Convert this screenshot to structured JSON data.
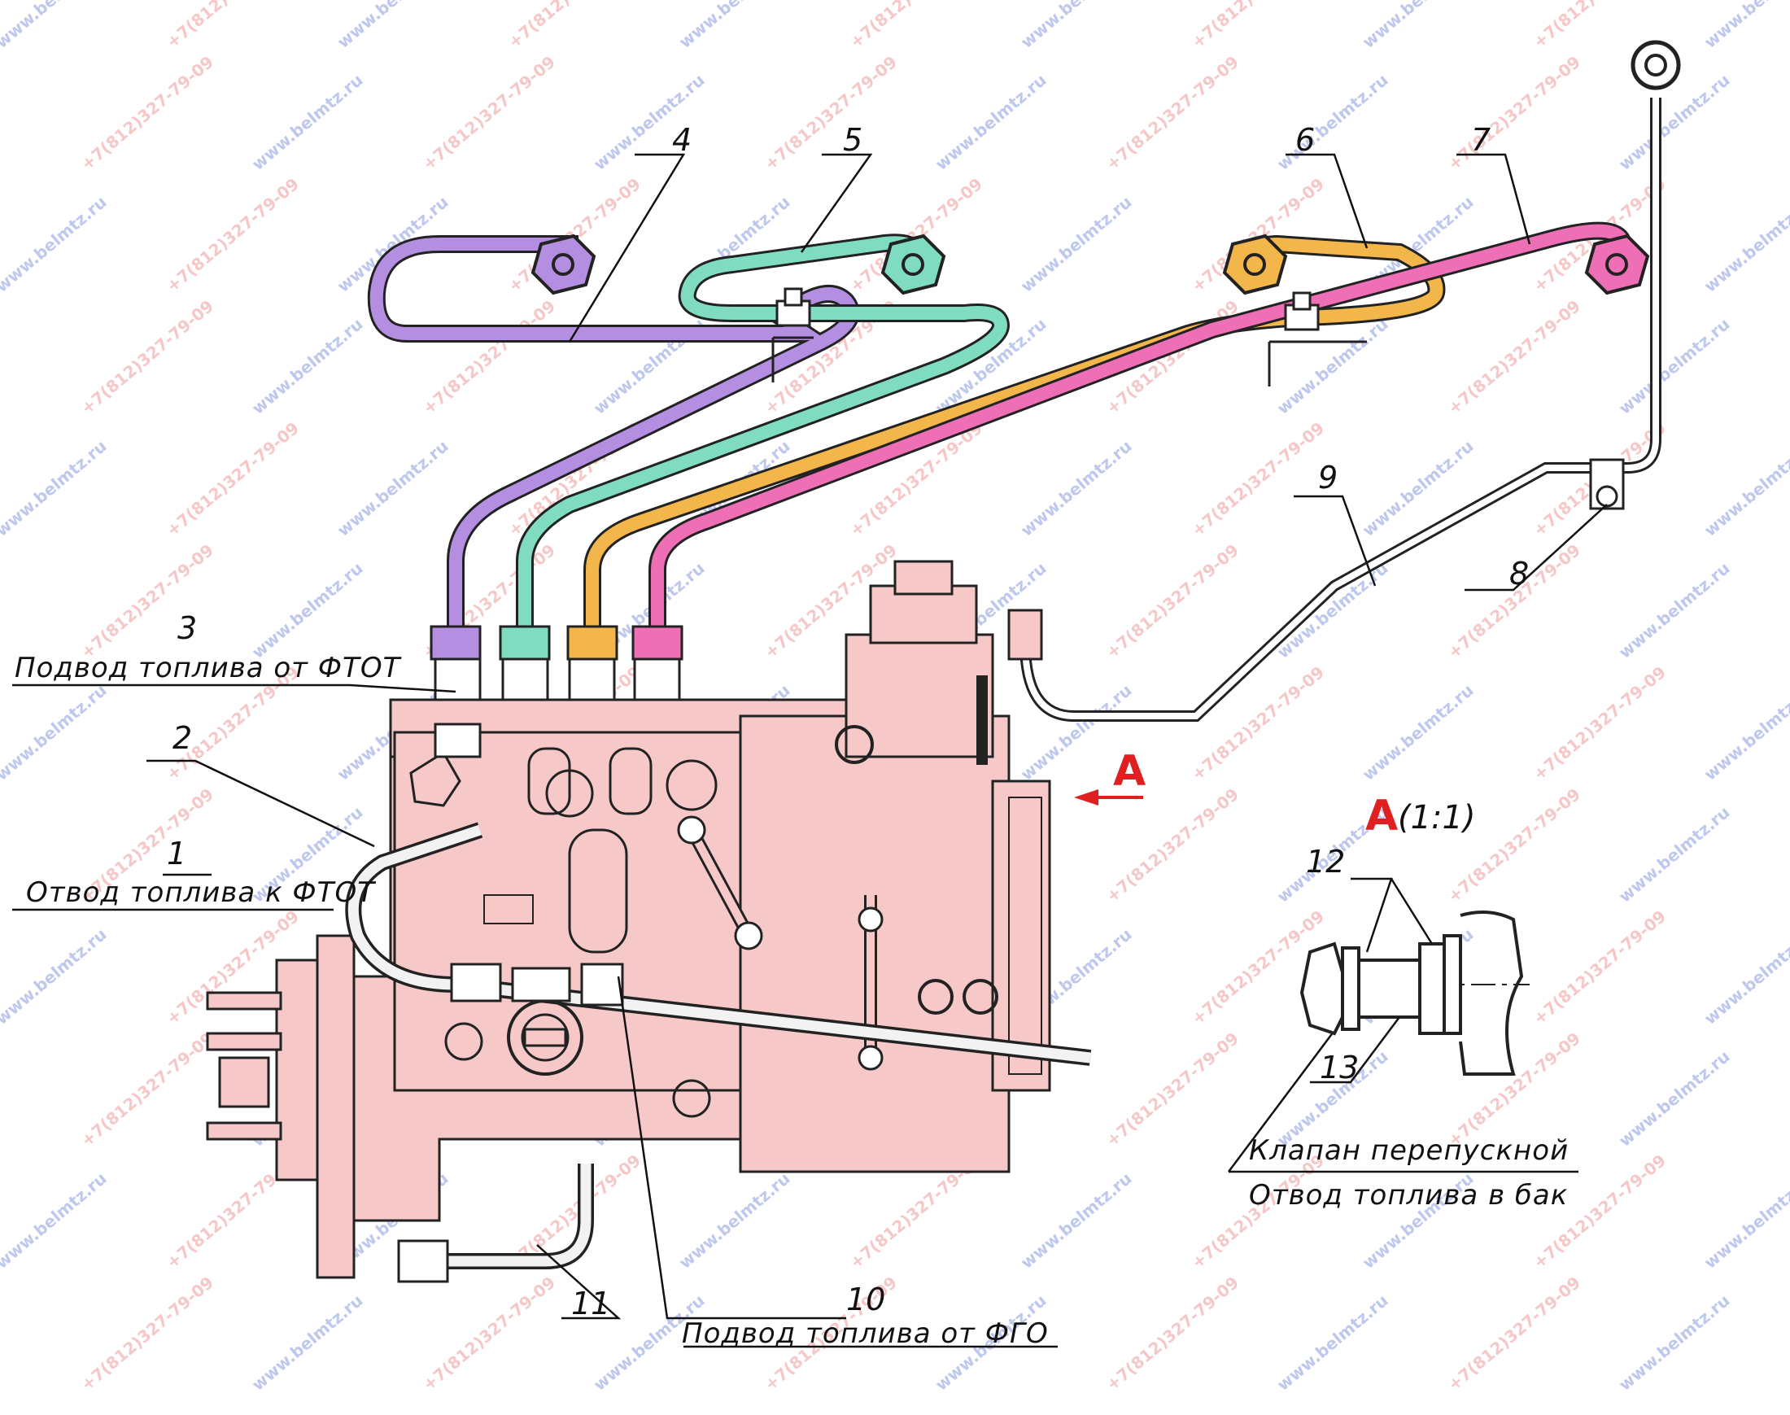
{
  "labels": {
    "callouts": [
      "1",
      "2",
      "3",
      "4",
      "5",
      "6",
      "7",
      "8",
      "9",
      "10",
      "11",
      "12",
      "13"
    ],
    "caption_3": "Подвод топлива от ФТОТ",
    "caption_1": "Отвод топлива к ФТОТ",
    "caption_10": "Подвод топлива от ФГО",
    "caption_valve": "Клапан перепускной",
    "caption_tank": "Отвод топлива в бак",
    "view_marker": "A",
    "view_title_letter": "A",
    "view_title_scale": "(1:1)"
  },
  "watermarks": [
    "www.belmtz.ru",
    "+7(812)327-79-09"
  ],
  "colors": {
    "pump_body": "#f6c9c8",
    "line_4": "#b48ee0",
    "line_5": "#7fdcc0",
    "line_6": "#f3b64a",
    "line_7": "#ef6fb6",
    "accent_red": "#e02020",
    "watermark_blue": "#8a9be0",
    "watermark_red": "#ef9a9a"
  }
}
